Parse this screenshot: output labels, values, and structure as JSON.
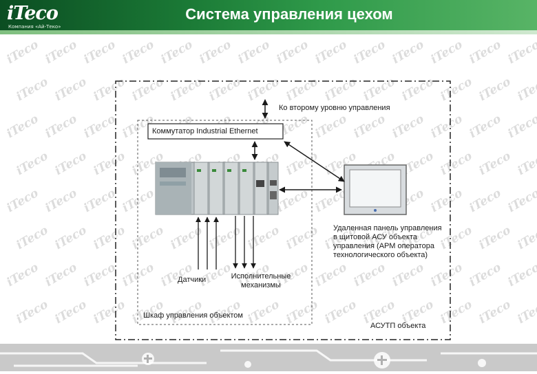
{
  "header": {
    "logo_text": "iTeco",
    "logo_subtitle": "Компания «Ай-Теко»",
    "title": "Система управления цехом"
  },
  "diagram": {
    "second_level_label": "Ко второму уровню управления",
    "switch_label": "Коммутатор Industrial Ethernet",
    "sensors_label": "Датчики",
    "actuators_label": "Исполнительные механизмы",
    "cabinet_label": "Шкаф управления объектом",
    "panel_label": "Удаленная панель управления в щитовой АСУ объекта управления (АРМ оператора технологического объекта)",
    "apcs_label": "АСУТП объекта"
  },
  "colors": {
    "header_green": "#1b7a36",
    "outline": "#222222"
  }
}
